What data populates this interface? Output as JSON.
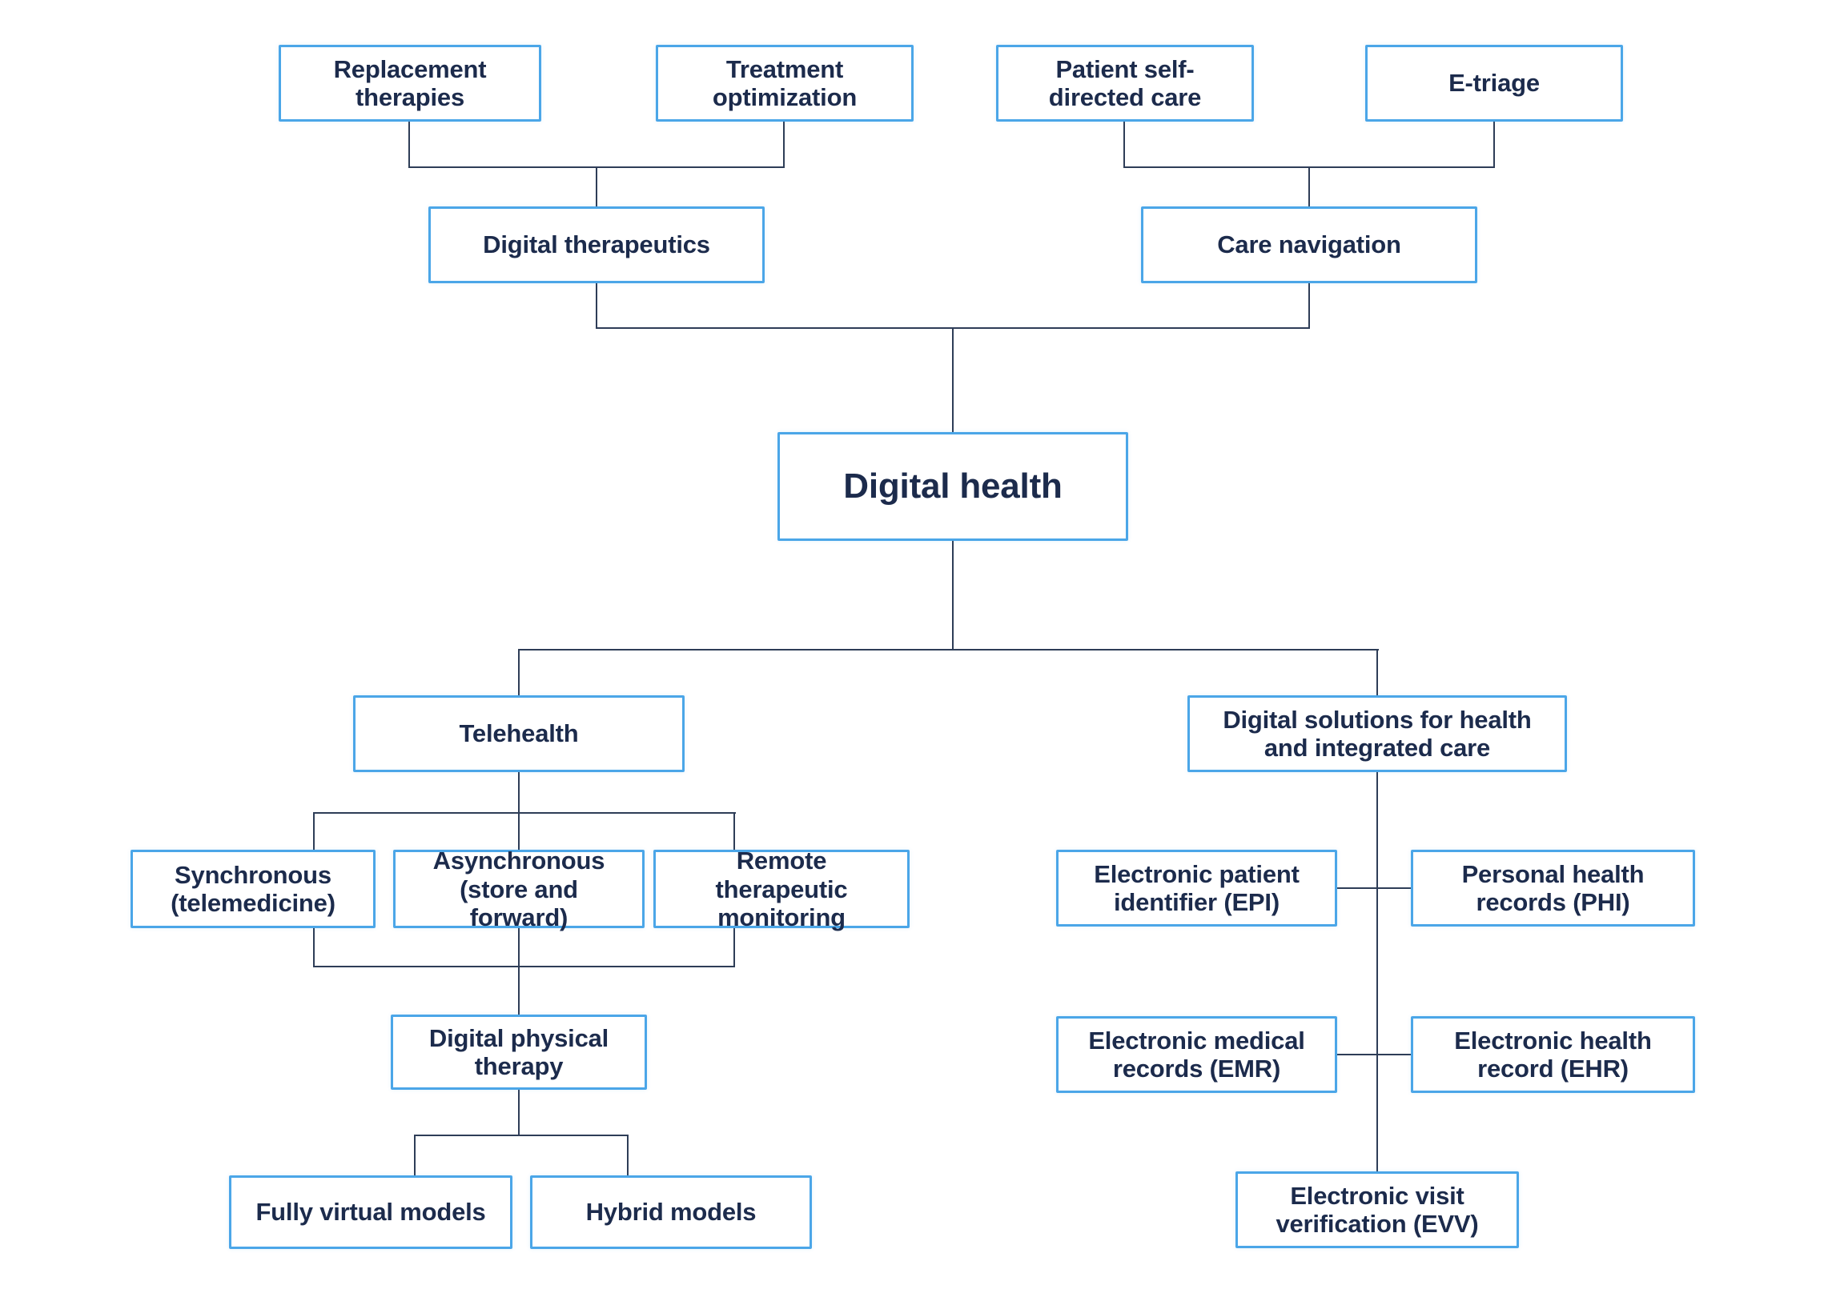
{
  "diagram": {
    "title": "Digital health",
    "type": "hierarchy-flowchart",
    "colors": {
      "background": "#ffffff",
      "box_border": "#4ba6e8",
      "box_fill": "#ffffff",
      "text": "#1c2b4c",
      "connector_line": "#2e3d57"
    }
  },
  "nodes": {
    "replacement_therapies": {
      "label": "Replacement\ntherapies"
    },
    "treatment_optimization": {
      "label": "Treatment\noptimization"
    },
    "patient_self_directed_care": {
      "label": "Patient self-\ndirected care"
    },
    "e_triage": {
      "label": "E-triage"
    },
    "digital_therapeutics": {
      "label": "Digital therapeutics"
    },
    "care_navigation": {
      "label": "Care navigation"
    },
    "digital_health": {
      "label": "Digital health"
    },
    "telehealth": {
      "label": "Telehealth"
    },
    "digital_solutions": {
      "label": "Digital solutions for health\nand integrated care"
    },
    "synchronous": {
      "label": "Synchronous\n(telemedicine)"
    },
    "asynchronous": {
      "label": "Asynchronous\n(store and\nforward)"
    },
    "remote_therapeutic_monitoring": {
      "label": "Remote\ntherapeutic\nmonitoring"
    },
    "digital_physical_therapy": {
      "label": "Digital physical\ntherapy"
    },
    "fully_virtual_models": {
      "label": "Fully virtual models"
    },
    "hybrid_models": {
      "label": "Hybrid models"
    },
    "electronic_patient_identifier": {
      "label": "Electronic patient\nidentifier (EPI)"
    },
    "personal_health_records": {
      "label": "Personal health\nrecords (PHI)"
    },
    "electronic_medical_records": {
      "label": "Electronic medical\nrecords (EMR)"
    },
    "electronic_health_record": {
      "label": "Electronic health\nrecord (EHR)"
    },
    "electronic_visit_verification": {
      "label": "Electronic visit\nverification (EVV)"
    }
  },
  "edges": [
    [
      "replacement_therapies",
      "digital_therapeutics"
    ],
    [
      "treatment_optimization",
      "digital_therapeutics"
    ],
    [
      "patient_self_directed_care",
      "care_navigation"
    ],
    [
      "e_triage",
      "care_navigation"
    ],
    [
      "digital_therapeutics",
      "digital_health"
    ],
    [
      "care_navigation",
      "digital_health"
    ],
    [
      "digital_health",
      "telehealth"
    ],
    [
      "digital_health",
      "digital_solutions"
    ],
    [
      "telehealth",
      "synchronous"
    ],
    [
      "telehealth",
      "asynchronous"
    ],
    [
      "telehealth",
      "remote_therapeutic_monitoring"
    ],
    [
      "synchronous",
      "digital_physical_therapy"
    ],
    [
      "asynchronous",
      "digital_physical_therapy"
    ],
    [
      "remote_therapeutic_monitoring",
      "digital_physical_therapy"
    ],
    [
      "digital_physical_therapy",
      "fully_virtual_models"
    ],
    [
      "digital_physical_therapy",
      "hybrid_models"
    ],
    [
      "digital_solutions",
      "electronic_patient_identifier"
    ],
    [
      "digital_solutions",
      "personal_health_records"
    ],
    [
      "digital_solutions",
      "electronic_medical_records"
    ],
    [
      "digital_solutions",
      "electronic_health_record"
    ],
    [
      "digital_solutions",
      "electronic_visit_verification"
    ]
  ]
}
